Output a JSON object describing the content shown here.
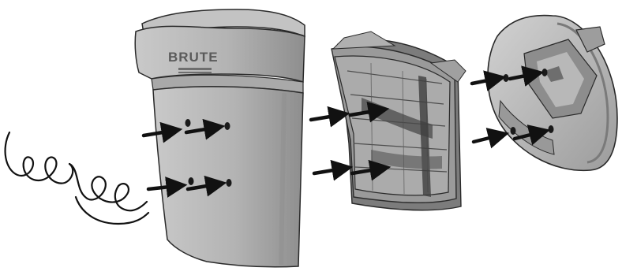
{
  "diagram": {
    "brand_text": "BRUTE",
    "components": [
      {
        "id": "wire",
        "icon": "wire-icon"
      },
      {
        "id": "trash-can-half",
        "icon": "trash-can-icon"
      },
      {
        "id": "newspaper-bundle",
        "icon": "newspaper-icon"
      },
      {
        "id": "lid",
        "icon": "lid-icon"
      }
    ],
    "colors": {
      "can_body": "#b5b5b5",
      "can_shadow": "#8f8f8f",
      "paper": "#9a9a9a",
      "paper_dark": "#6d6d6d",
      "lid": "#bdbdbd",
      "arrow": "#111111",
      "outline": "#2a2a2a"
    }
  }
}
